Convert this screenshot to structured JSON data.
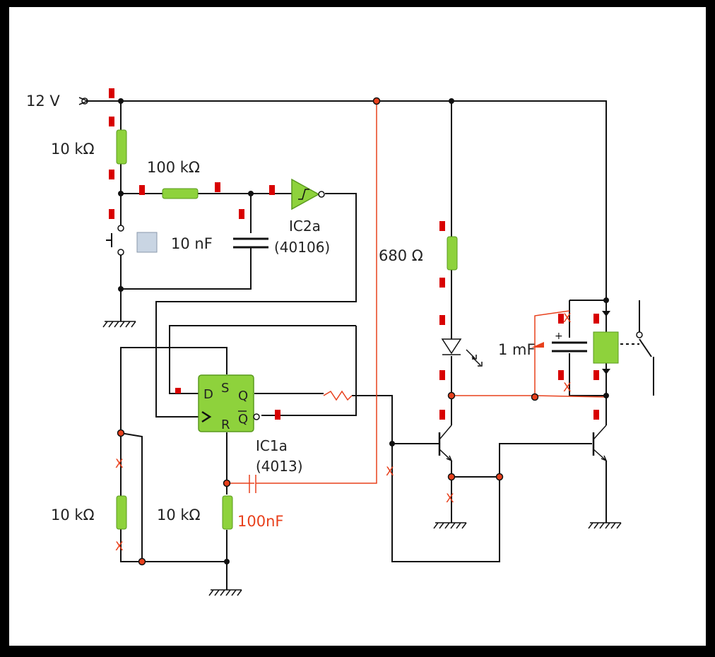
{
  "labels": {
    "supply": "12 V",
    "r_top": "10 kΩ",
    "r_filter": "100 kΩ",
    "c_filter": "10 nF",
    "schmitt_name": "IC2a",
    "schmitt_part": "(40106)",
    "r_led": "680 Ω",
    "ff_name": "IC1a",
    "ff_part": "(4013)",
    "r_left": "10 kΩ",
    "r_reset": "10 kΩ",
    "c_added": "100nF",
    "c_relay": "1 mF",
    "cross_mark": "X"
  },
  "flipflop_pins": {
    "d": "D",
    "s": "S",
    "q": "Q",
    "r": "R",
    "qbar": "Q"
  },
  "colors": {
    "wire": "#111111",
    "edit": "#e8401c",
    "component": "#8ed23c",
    "component_border": "#5a9a1e",
    "marker": "#d80000",
    "background": "#ffffff",
    "frame": "#000000"
  }
}
